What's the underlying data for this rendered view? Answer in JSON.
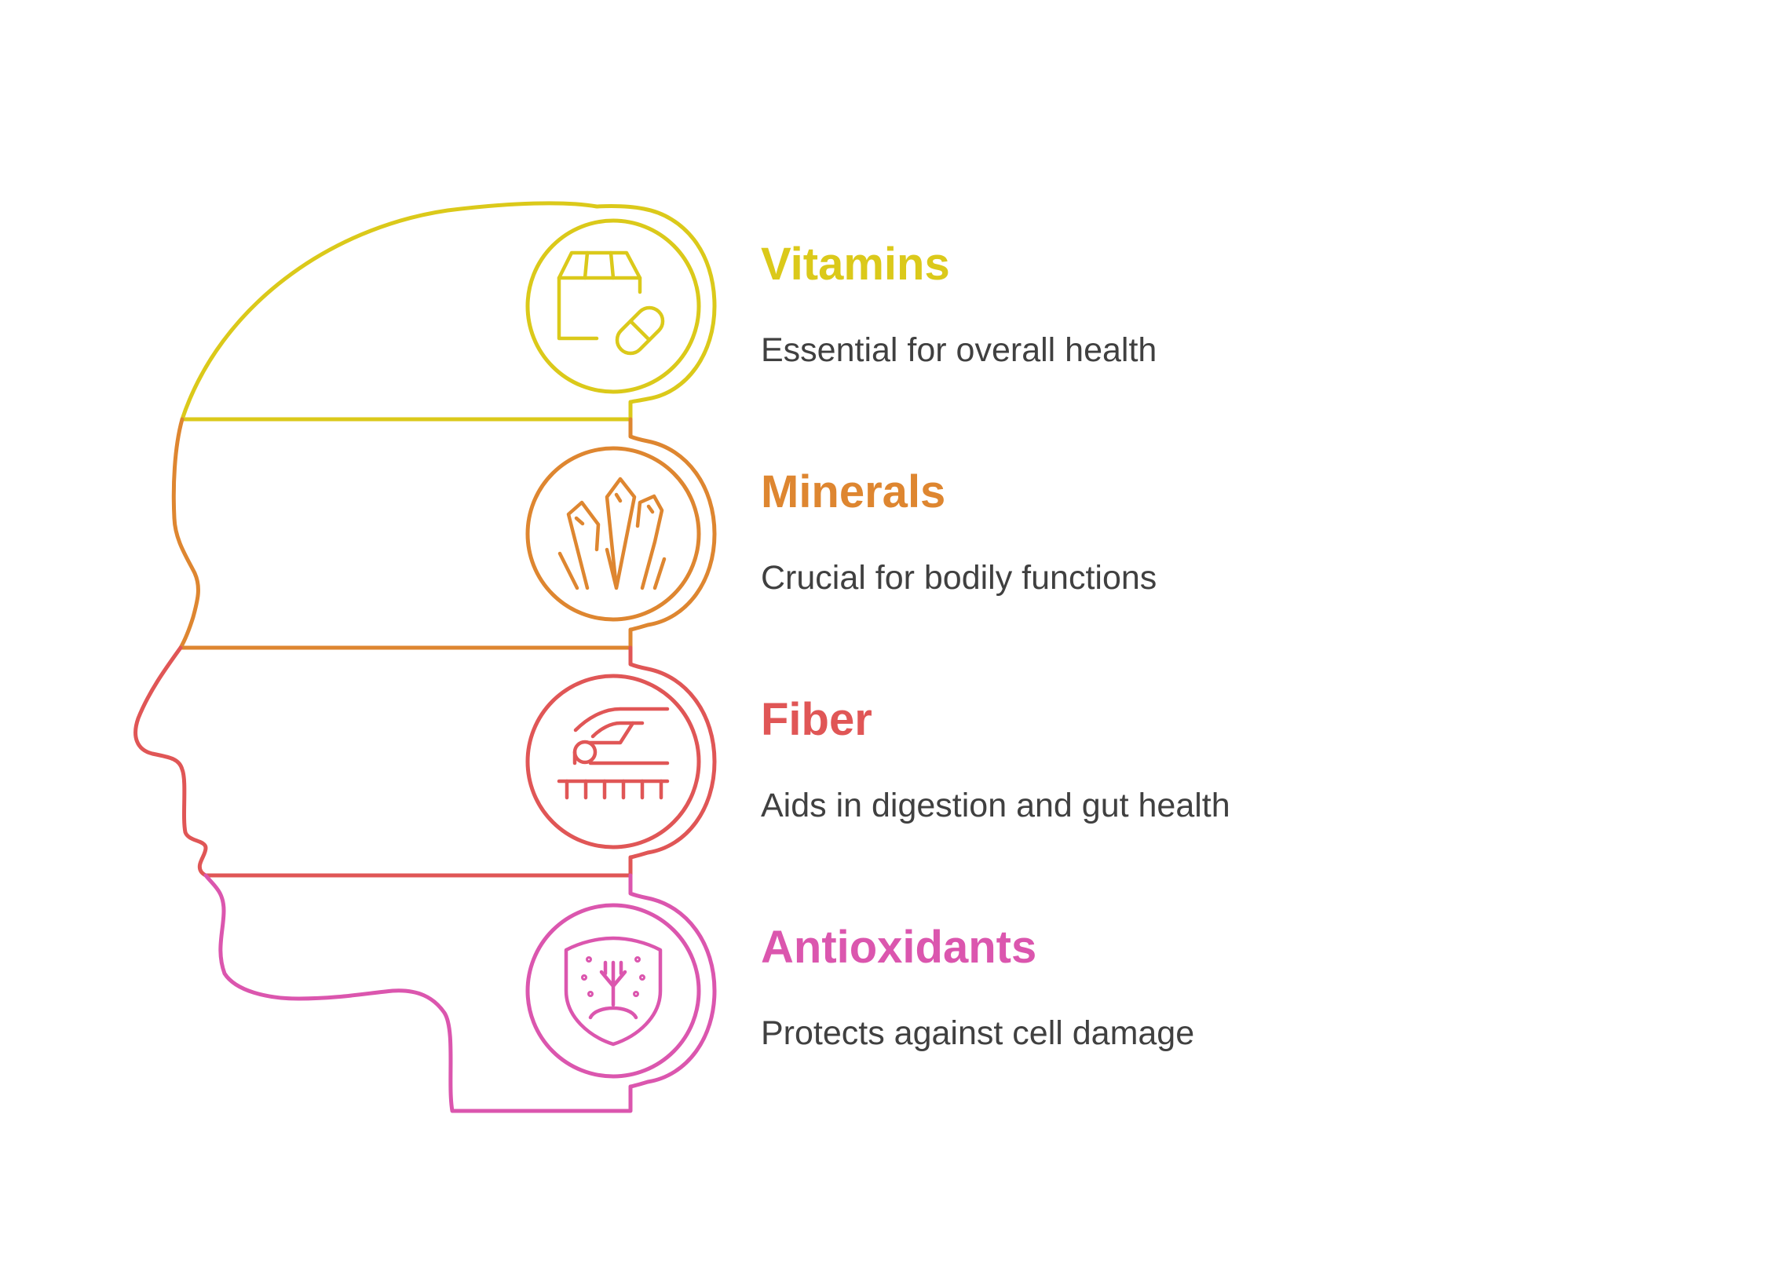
{
  "items": [
    {
      "title": "Vitamins",
      "description": "Essential for overall health",
      "color": "#DBC91A",
      "icon": "vitamin-box-pill-icon"
    },
    {
      "title": "Minerals",
      "description": "Crucial for bodily functions",
      "color": "#DE8630",
      "icon": "crystals-icon"
    },
    {
      "title": "Fiber",
      "description": "Aids in digestion and gut health",
      "color": "#E05656",
      "icon": "fiber-roller-icon"
    },
    {
      "title": "Antioxidants",
      "description": "Protects against cell damage",
      "color": "#DB56AE",
      "icon": "shield-plant-icon"
    }
  ]
}
